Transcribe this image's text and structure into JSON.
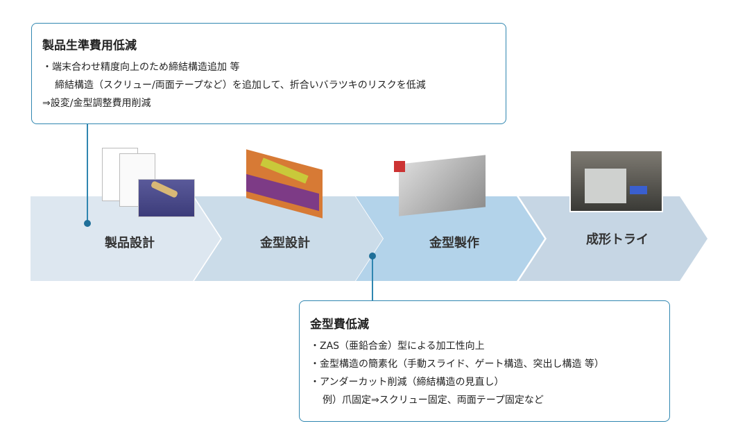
{
  "top_callout": {
    "title": "製品生準費用低減",
    "lines": [
      "・端末合わせ精度向上のため締結構造追加 等",
      "締結構造（スクリュー/両面テープなど）を追加して、折合いバラツキのリスクを低減",
      "⇒設変/金型調整費用削減"
    ]
  },
  "bottom_callout": {
    "title": "金型費低減",
    "lines": [
      "・ZAS（亜鉛合金）型による加工性向上",
      "・金型構造の簡素化（手動スライド、ゲート構造、突出し構造 等）",
      "・アンダーカット削減（締結構造の見直し）",
      "例）爪固定⇒スクリュー固定、両面テープ固定など"
    ]
  },
  "steps": [
    {
      "label": "製品設計",
      "color": "#dde7f0"
    },
    {
      "label": "金型設計",
      "color": "#cbdce9"
    },
    {
      "label": "金型製作",
      "color": "#b3d3ea"
    },
    {
      "label": "成形トライ",
      "color": "#c6d6e4"
    }
  ],
  "accent": "#2f86b0"
}
